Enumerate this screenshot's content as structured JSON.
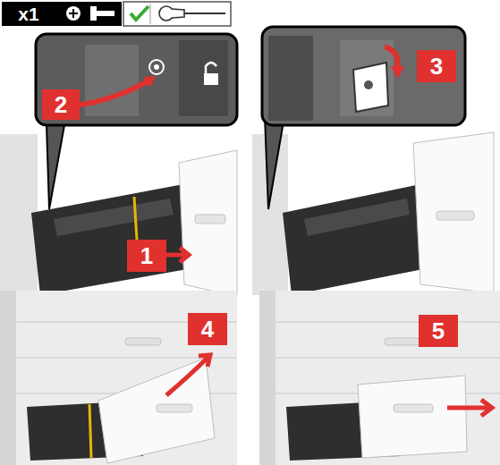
{
  "diagram": {
    "labels": [
      "x1",
      "2",
      "1",
      "3",
      "4",
      "5"
    ]
  }
}
